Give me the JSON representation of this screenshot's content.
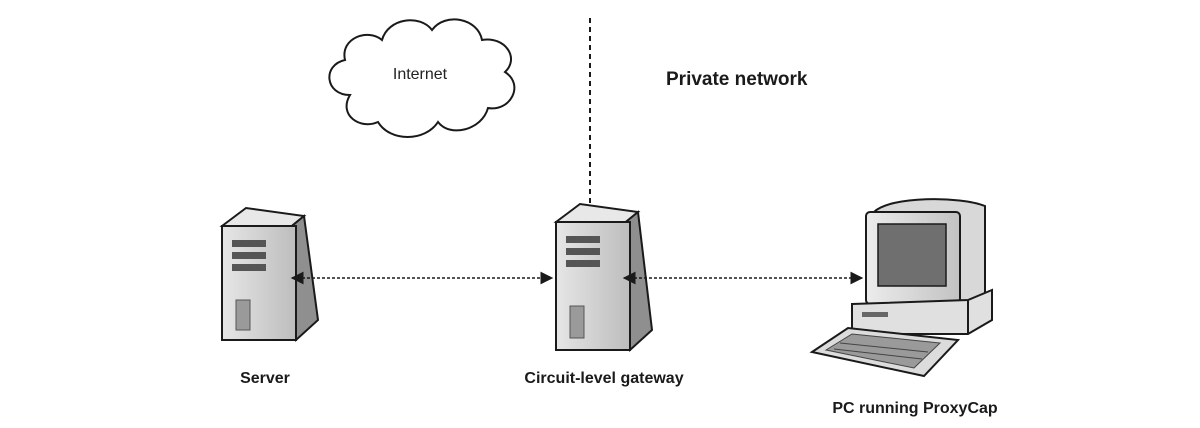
{
  "cloud": {
    "label": "Internet"
  },
  "region": {
    "label": "Private network"
  },
  "nodes": [
    {
      "id": "server",
      "label": "Server"
    },
    {
      "id": "gateway",
      "label": "Circuit-level gateway"
    },
    {
      "id": "pc",
      "label": "PC running ProxyCap"
    }
  ],
  "links": [
    {
      "from": "server",
      "to": "gateway",
      "direction": "bidirectional"
    },
    {
      "from": "gateway",
      "to": "pc",
      "direction": "bidirectional"
    }
  ],
  "colors": {
    "stroke": "#1a1a1a",
    "tower_light": "#cfcfcf",
    "tower_side": "#8a8a8a",
    "tower_dark": "#555555"
  }
}
